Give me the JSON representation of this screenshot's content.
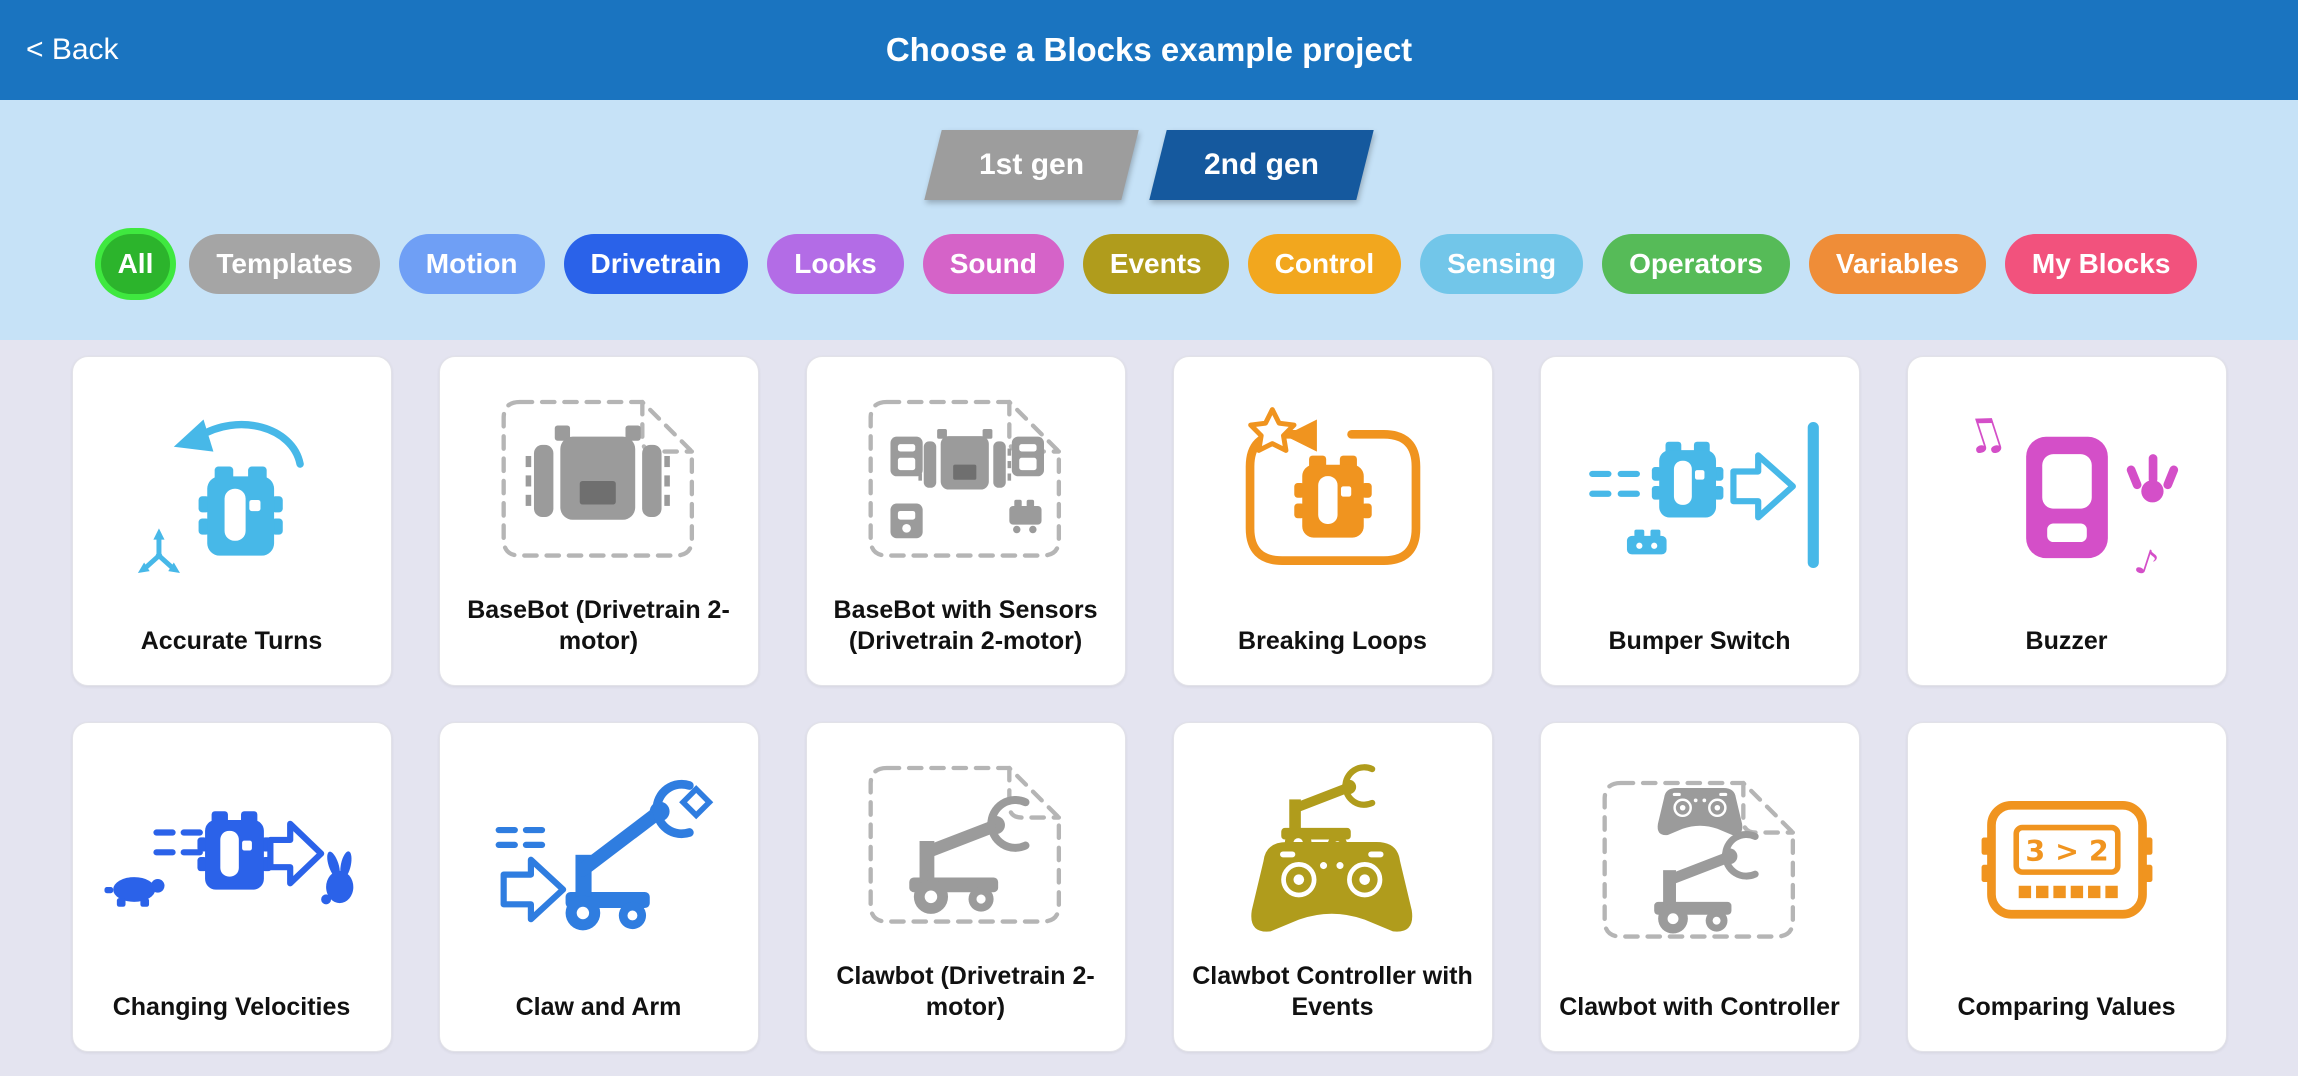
{
  "header": {
    "back": "< Back",
    "title": "Choose a Blocks example project"
  },
  "gen_tabs": [
    {
      "label": "1st gen",
      "selected": false,
      "color": "#9d9d9d"
    },
    {
      "label": "2nd gen",
      "selected": true,
      "color": "#15599e"
    }
  ],
  "filters": [
    {
      "label": "All",
      "color": "#2cb42c",
      "ring": "#3fe83f",
      "selected": true
    },
    {
      "label": "Templates",
      "color": "#a5a5a5"
    },
    {
      "label": "Motion",
      "color": "#6f9ff5"
    },
    {
      "label": "Drivetrain",
      "color": "#2a62e9"
    },
    {
      "label": "Looks",
      "color": "#b36ce6"
    },
    {
      "label": "Sound",
      "color": "#d563c8"
    },
    {
      "label": "Events",
      "color": "#b09c1c"
    },
    {
      "label": "Control",
      "color": "#f2a71e"
    },
    {
      "label": "Sensing",
      "color": "#72c6e9"
    },
    {
      "label": "Operators",
      "color": "#56bb58"
    },
    {
      "label": "Variables",
      "color": "#ef8d38"
    },
    {
      "label": "My Blocks",
      "color": "#f2527d"
    }
  ],
  "cards": [
    {
      "title": "Accurate Turns",
      "icon": "accurate-turns-icon",
      "color": "#47b8e8"
    },
    {
      "title": "BaseBot (Drivetrain 2-motor)",
      "icon": "basebot-template-icon",
      "color": "#9b9b9b"
    },
    {
      "title": "BaseBot with Sensors (Drivetrain 2-motor)",
      "icon": "basebot-sensors-template-icon",
      "color": "#9b9b9b"
    },
    {
      "title": "Breaking Loops",
      "icon": "breaking-loops-icon",
      "color": "#f0941f"
    },
    {
      "title": "Bumper Switch",
      "icon": "bumper-switch-icon",
      "color": "#47b8e8"
    },
    {
      "title": "Buzzer",
      "icon": "buzzer-icon",
      "color": "#d44fc8"
    },
    {
      "title": "Changing Velocities",
      "icon": "changing-velocities-icon",
      "color": "#2b62e9"
    },
    {
      "title": "Claw and Arm",
      "icon": "claw-and-arm-icon",
      "color": "#2f7de0"
    },
    {
      "title": "Clawbot (Drivetrain 2-motor)",
      "icon": "clawbot-template-icon",
      "color": "#9b9b9b"
    },
    {
      "title": "Clawbot Controller with Events",
      "icon": "clawbot-controller-events-icon",
      "color": "#b09c1c"
    },
    {
      "title": "Clawbot with Controller",
      "icon": "clawbot-controller-template-icon",
      "color": "#9b9b9b"
    },
    {
      "title": "Comparing Values",
      "icon": "comparing-values-icon",
      "color": "#f0941f",
      "screen_text": "3 > 2"
    }
  ],
  "colors": {
    "header_bg": "#1a74c0",
    "band_bg": "#c6e2f7",
    "grid_bg": "#e4e4f0",
    "outline_gray": "#b5b5b5"
  }
}
